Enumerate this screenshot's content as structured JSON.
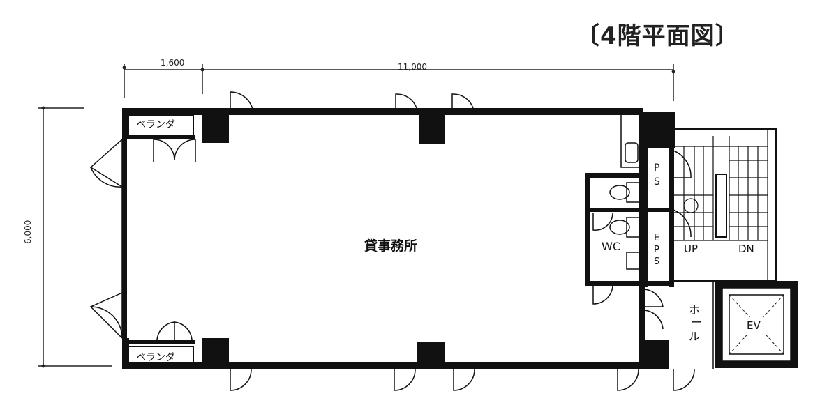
{
  "title": "〔4階平面図〕",
  "dimensions": {
    "top_left": "1,600",
    "top_right": "11,000",
    "left_side": "6,000"
  },
  "rooms": {
    "office": "貸事務所",
    "veranda_top": "ベランダ",
    "veranda_bottom": "ベランダ",
    "wc": "WC",
    "ps": "PS",
    "eps": "EPS",
    "hall": "ホール",
    "ev": "EV",
    "stair_up": "UP",
    "stair_down": "DN"
  }
}
